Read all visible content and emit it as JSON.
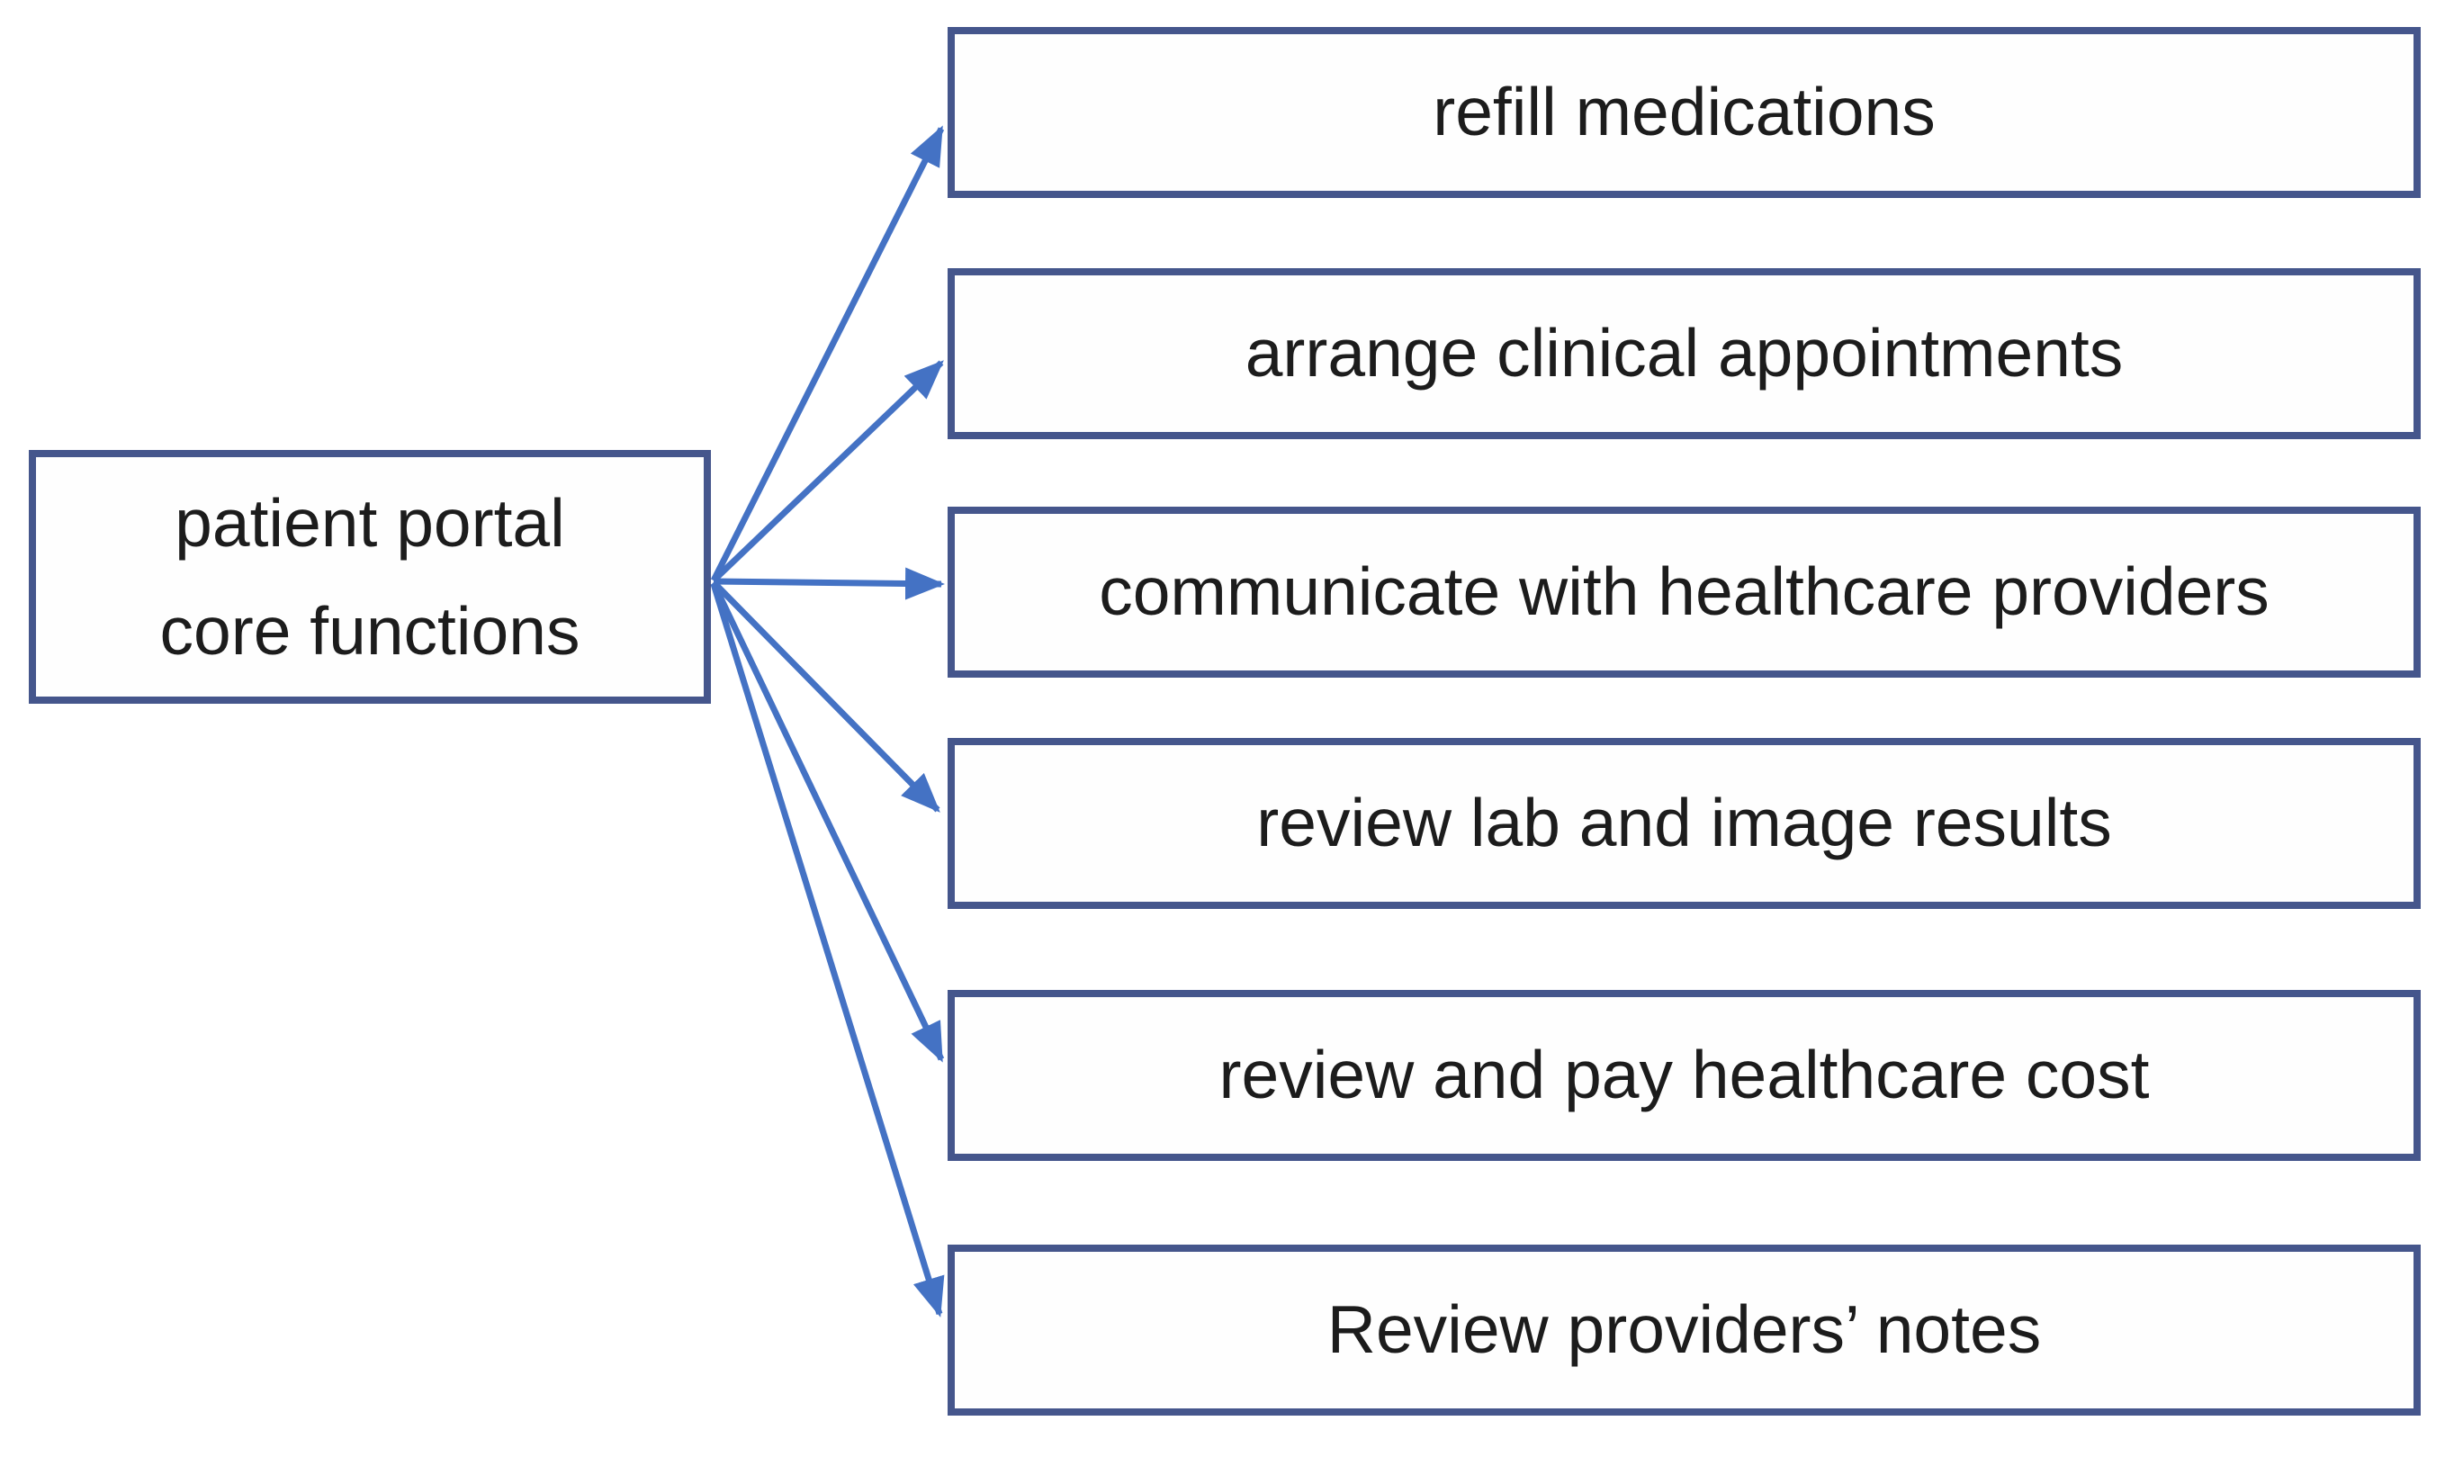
{
  "colors": {
    "background": "#ffffff",
    "box-border": "#45568c",
    "box-fill": "#fefefe",
    "arrow": "#4472c4",
    "text": "#1c1c1c"
  },
  "diagram": {
    "root": {
      "lines": [
        "patient portal",
        "core functions"
      ]
    },
    "functions": [
      {
        "label": "refill medications"
      },
      {
        "label": "arrange clinical appointments"
      },
      {
        "label": "communicate with healthcare providers"
      },
      {
        "label": "review lab and image results"
      },
      {
        "label": "review and pay healthcare cost"
      },
      {
        "label": "Review providers’ notes"
      }
    ]
  }
}
